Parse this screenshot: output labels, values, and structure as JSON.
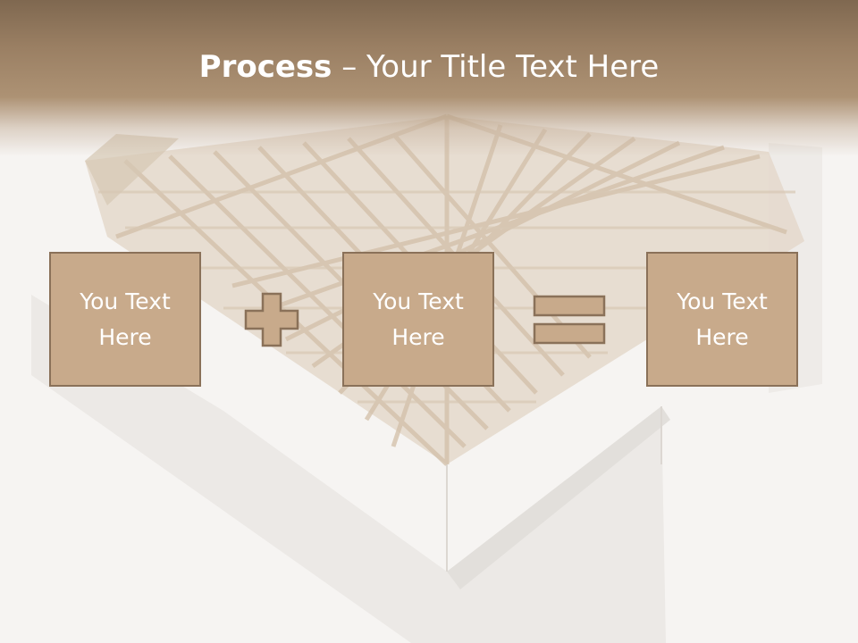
{
  "slide": {
    "title_bold": "Process",
    "title_dash": "–",
    "title_rest": "Your Title Text Here",
    "boxes": [
      {
        "text": "You Text Here"
      },
      {
        "text": "You Text Here"
      },
      {
        "text": "You Text Here"
      }
    ],
    "operators": [
      "plus-icon",
      "equals-icon"
    ]
  },
  "colors": {
    "title_band": "#9a7f63",
    "box_fill": "#c8aa8b",
    "box_border": "#8a7159",
    "text": "#ffffff",
    "background": "#f6f4f2"
  }
}
